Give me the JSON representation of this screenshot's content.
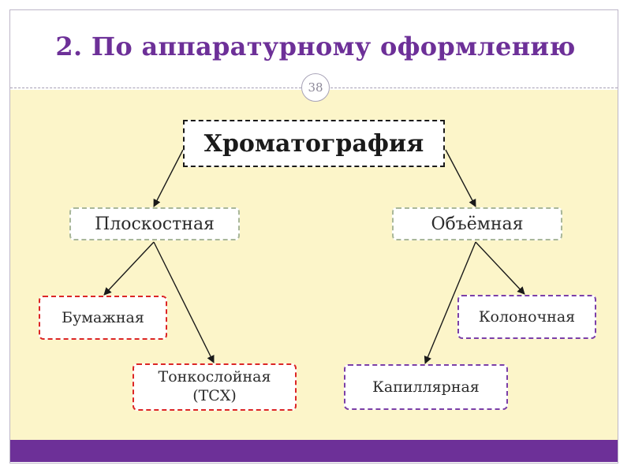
{
  "slide": {
    "title": "2. По аппаратурному оформлению",
    "number": "38"
  },
  "diagram": {
    "root": "Хроматография",
    "left_branch": {
      "label": "Плоскостная",
      "children": [
        "Бумажная",
        "Тонкослойная (ТСХ)"
      ]
    },
    "right_branch": {
      "label": "Объёмная",
      "children": [
        "Колоночная",
        "Капиллярная"
      ]
    }
  },
  "colors": {
    "title": "#6d3098",
    "content_background": "#fcf5c9",
    "footer_bar": "#6d3098",
    "green_box_border": "#a9b79a",
    "red_box_border": "#dc2626",
    "purple_box_border": "#7b3fa8"
  }
}
